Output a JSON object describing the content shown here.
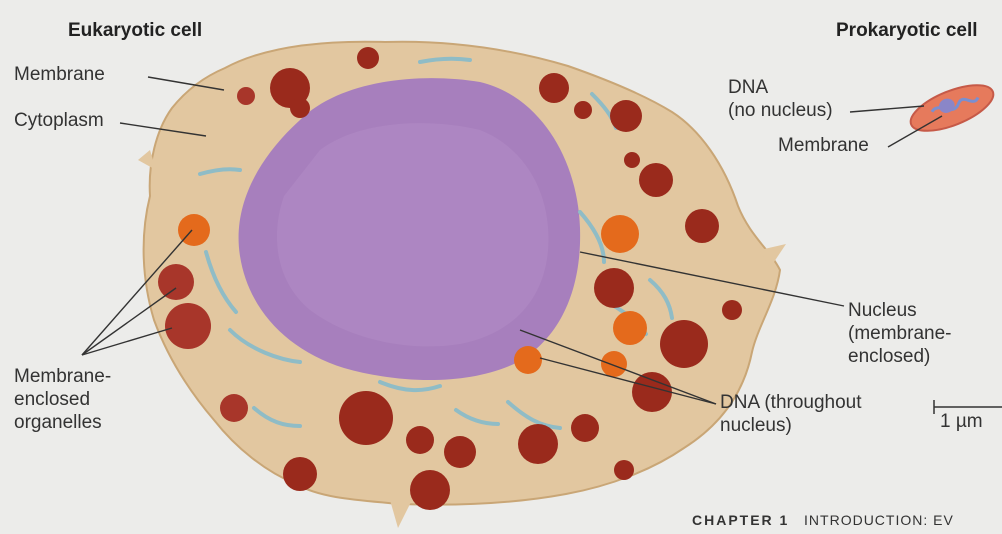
{
  "titles": {
    "eukaryotic": "Eukaryotic cell",
    "prokaryotic": "Prokaryotic cell"
  },
  "labels": {
    "membrane_left": "Membrane",
    "cytoplasm": "Cytoplasm",
    "organelles": [
      "Membrane-",
      "enclosed",
      "organelles"
    ],
    "dna_no_nucleus": [
      "DNA",
      "(no nucleus)"
    ],
    "membrane_right": "Membrane",
    "nucleus": [
      "Nucleus",
      "(membrane-",
      "enclosed)"
    ],
    "dna_throughout": [
      "DNA (throughout",
      "nucleus)"
    ],
    "scale": "1 µm"
  },
  "footer": {
    "chapter": "CHAPTER 1",
    "title": "INTRODUCTION: EV"
  },
  "colors": {
    "background": "#ececea",
    "cytoplasm": "#e2c7a0",
    "nucleus": "#a77fbd",
    "organelle_dark": "#9a2a1c",
    "organelle_orange": "#e46a1c",
    "er_blue": "#8fbcc6",
    "line": "#333333"
  }
}
